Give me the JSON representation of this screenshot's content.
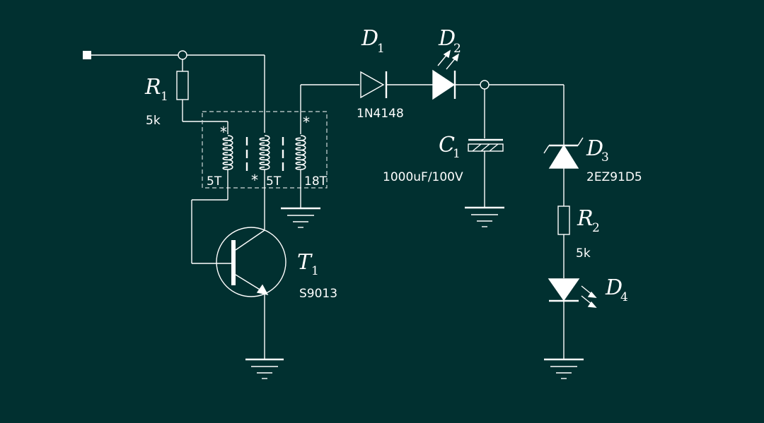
{
  "background": "#013030",
  "line_color": "#ffffff",
  "components": {
    "r1": {
      "ref": "R",
      "sub": "1",
      "value": "5k"
    },
    "r2": {
      "ref": "R",
      "sub": "2",
      "value": "5k"
    },
    "t1": {
      "ref": "T",
      "sub": "1",
      "value": "S9013"
    },
    "d1": {
      "ref": "D",
      "sub": "1",
      "value": "1N4148"
    },
    "d2": {
      "ref": "D",
      "sub": "2"
    },
    "d3": {
      "ref": "D",
      "sub": "3",
      "value": "2EZ91D5"
    },
    "d4": {
      "ref": "D",
      "sub": "4"
    },
    "c1": {
      "ref": "C",
      "sub": "1",
      "value": "1000uF/100V"
    }
  },
  "transformer": {
    "windings": [
      "5T",
      "5T",
      "18T"
    ],
    "dot_mark": "*"
  }
}
